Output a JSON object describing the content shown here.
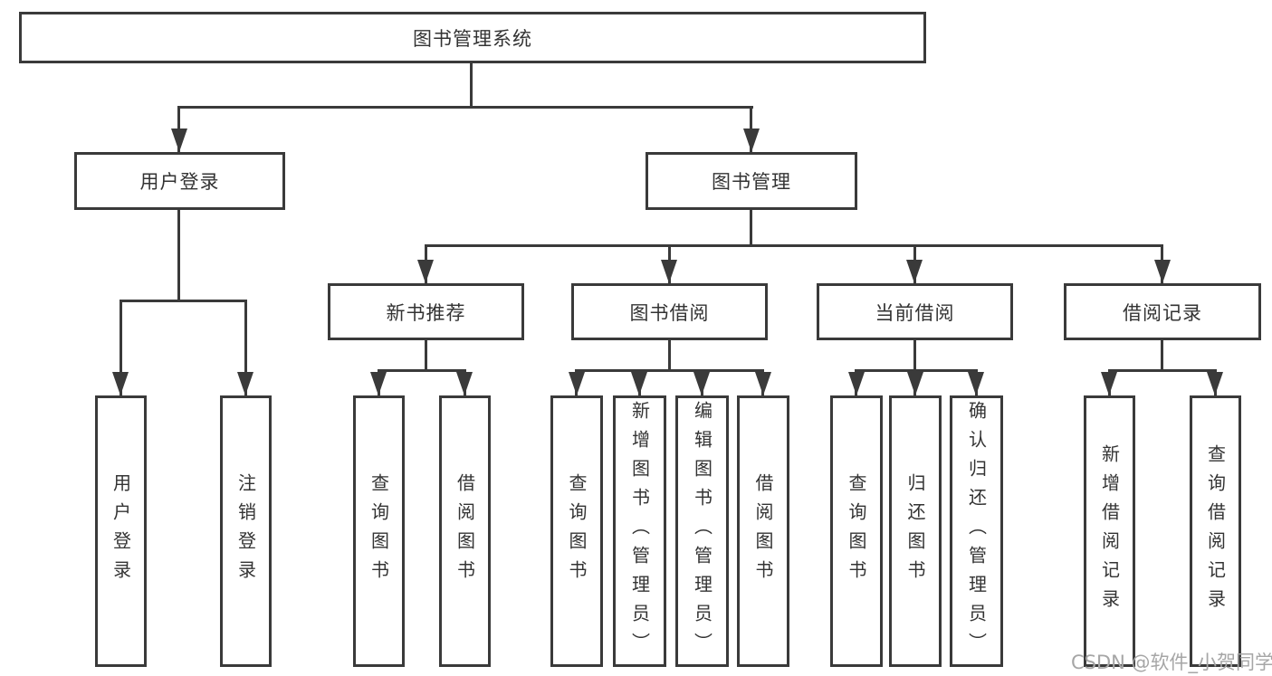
{
  "diagram_title": "图书管理系统",
  "tree": {
    "root": {
      "label": "图书管理系统"
    },
    "branches": [
      {
        "label": "用户登录",
        "children": [
          {
            "label": "用户登录"
          },
          {
            "label": "注销登录"
          }
        ]
      },
      {
        "label": "图书管理",
        "children": [
          {
            "label": "新书推荐",
            "children": [
              {
                "label": "查询图书"
              },
              {
                "label": "借阅图书"
              }
            ]
          },
          {
            "label": "图书借阅",
            "children": [
              {
                "label": "查询图书"
              },
              {
                "label": "新增图书（管理员）"
              },
              {
                "label": "编辑图书（管理员）"
              },
              {
                "label": "借阅图书"
              }
            ]
          },
          {
            "label": "当前借阅",
            "children": [
              {
                "label": "查询图书"
              },
              {
                "label": "归还图书"
              },
              {
                "label": "确认归还（管理员）"
              }
            ]
          },
          {
            "label": "借阅记录",
            "children": [
              {
                "label": "新增借阅记录"
              },
              {
                "label": "查询借阅记录"
              }
            ]
          }
        ]
      }
    ]
  },
  "watermark": {
    "text": "CSDN @软件_小贺同学"
  },
  "colors": {
    "line": "#3a3a3a",
    "text": "#333333",
    "watermark_text": "#a6a6a6",
    "background": "#ffffff"
  }
}
